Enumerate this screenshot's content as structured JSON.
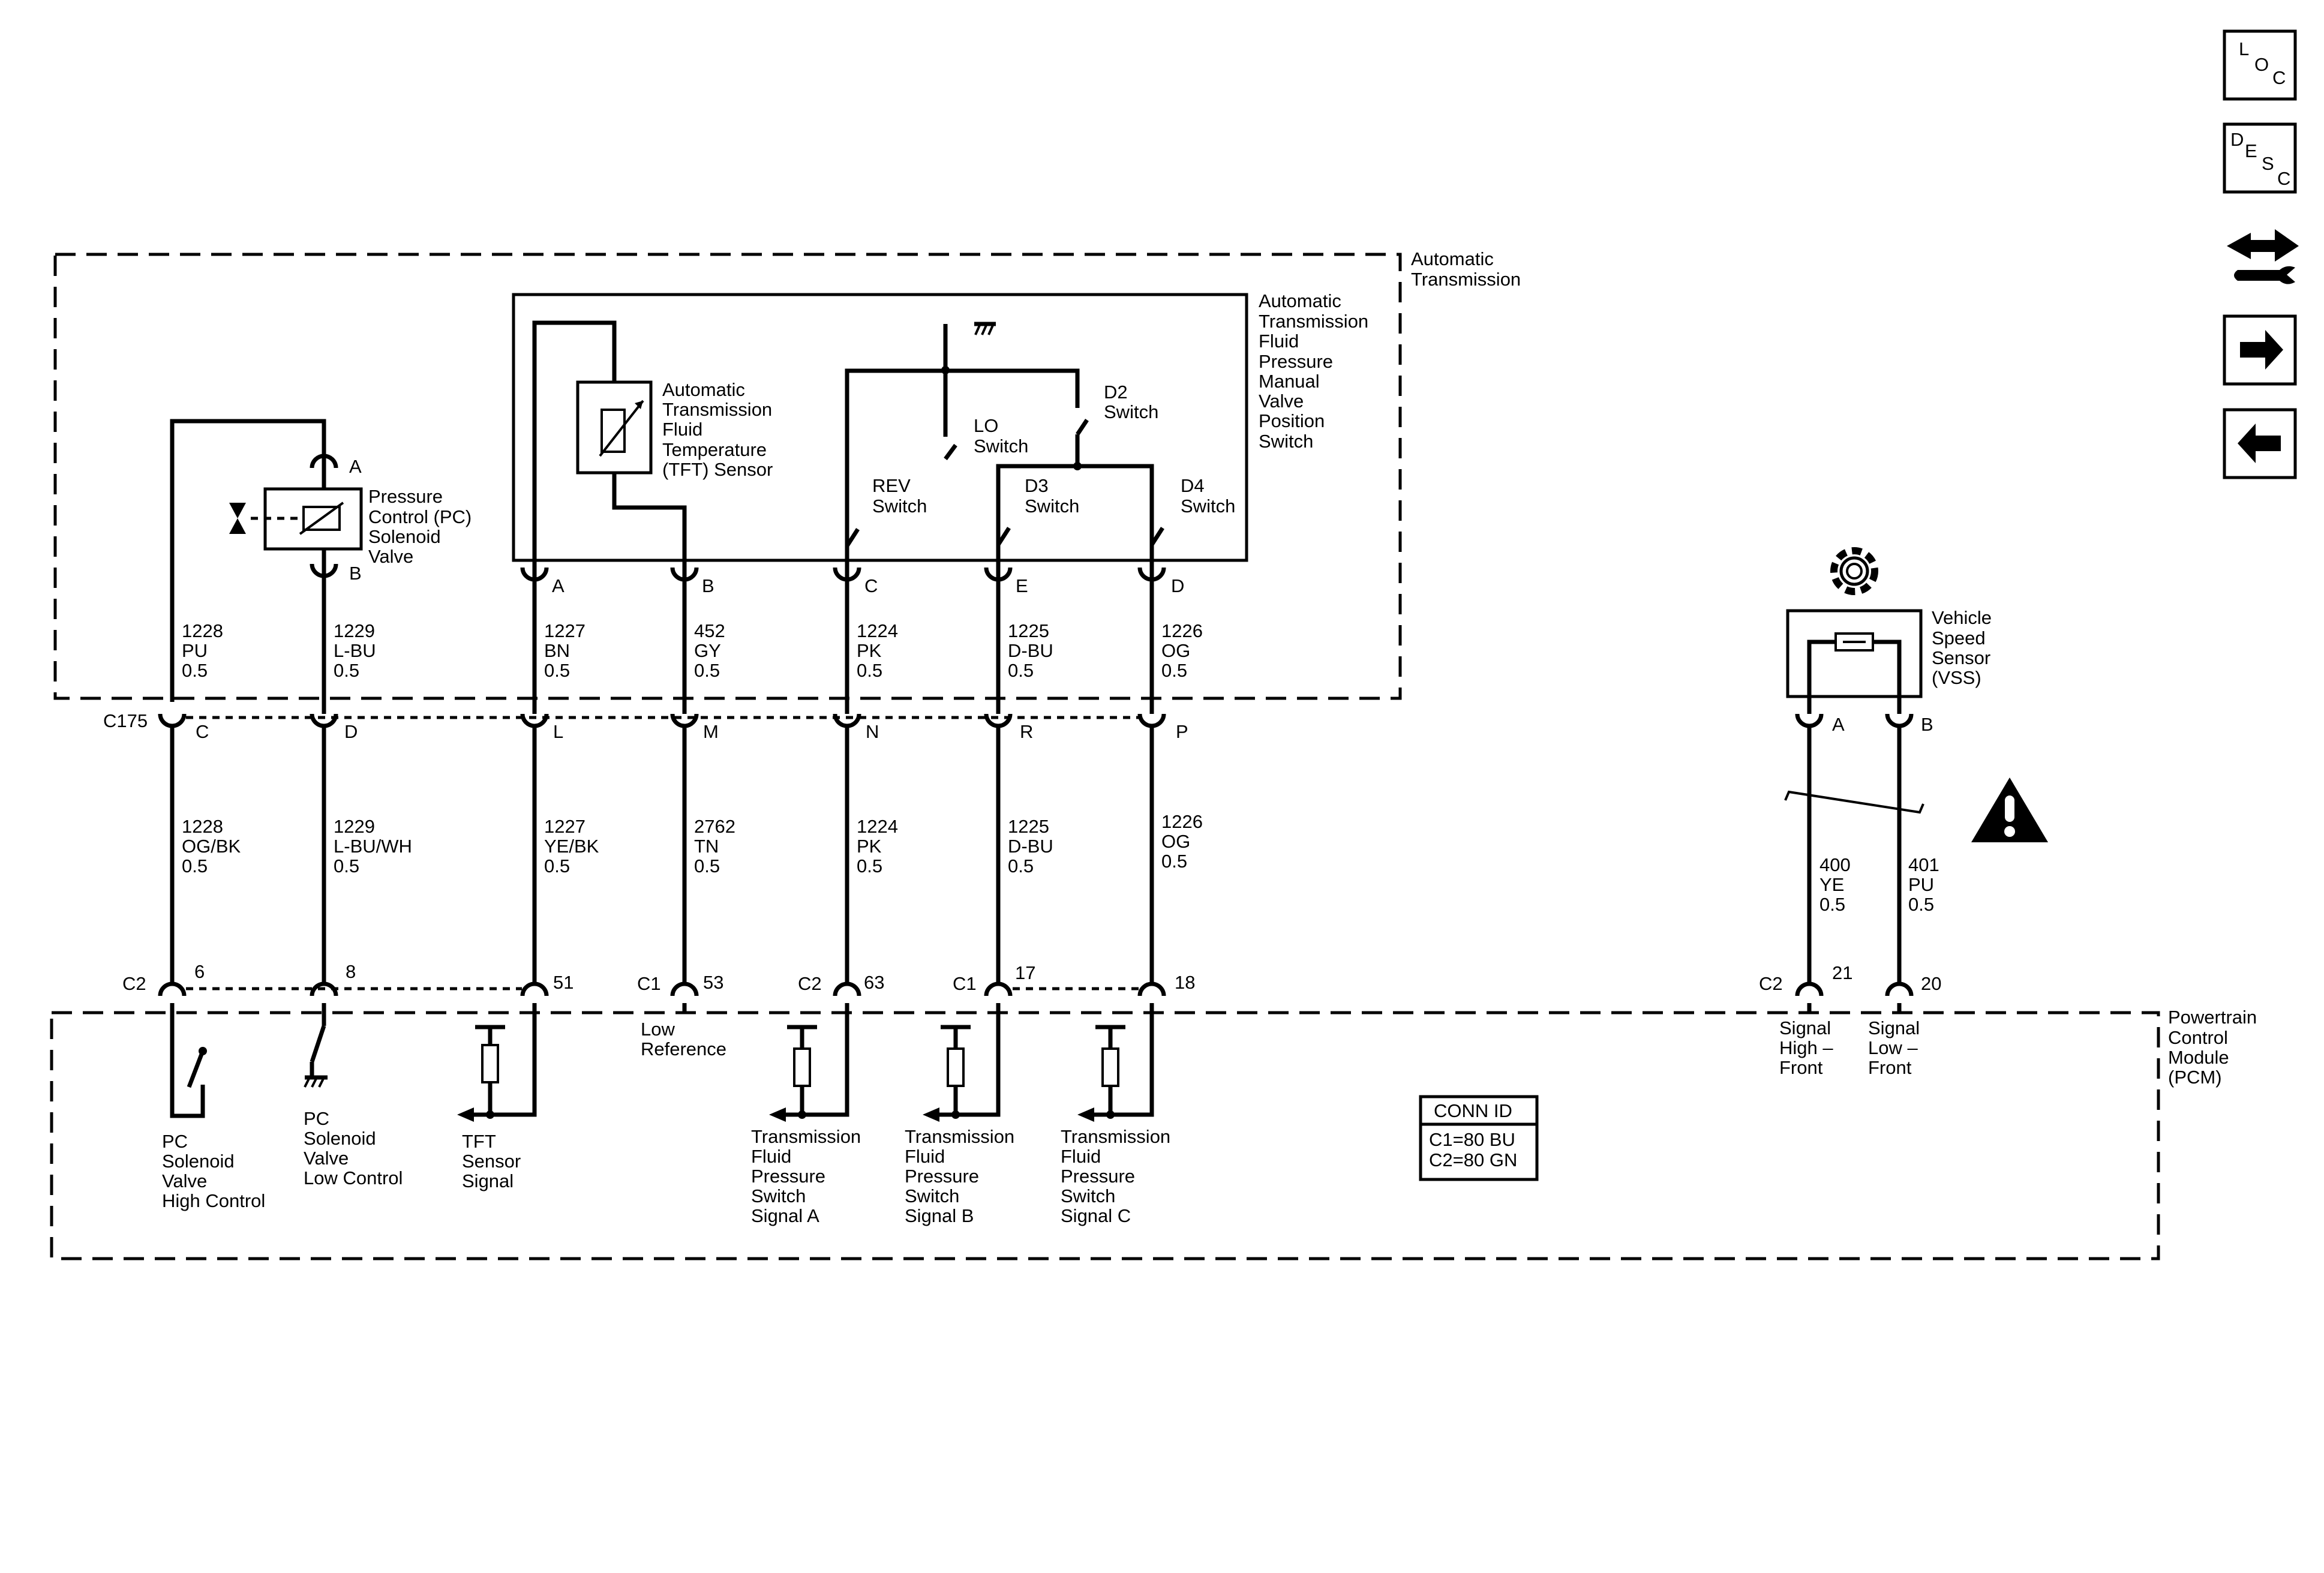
{
  "nav": {
    "loc_chars": [
      "L",
      "O",
      "C"
    ],
    "desc_chars": [
      "D",
      "E",
      "S",
      "C"
    ],
    "tool_icon": "wrench-arrows-icon",
    "next_icon": "arrow-right-icon",
    "prev_icon": "arrow-left-icon"
  },
  "components": {
    "automatic_transmission": [
      "Automatic",
      "Transmission"
    ],
    "pressure_switch": [
      "Automatic",
      "Transmission",
      "Fluid",
      "Pressure",
      "Manual",
      "Valve",
      "Position",
      "Switch"
    ],
    "tft_sensor": [
      "Automatic",
      "Transmission",
      "Fluid",
      "Temperature",
      "(TFT) Sensor"
    ],
    "pc_solenoid": [
      "Pressure",
      "Control (PC)",
      "Solenoid",
      "Valve"
    ],
    "switches": {
      "lo": [
        "LO",
        "Switch"
      ],
      "d2": [
        "D2",
        "Switch"
      ],
      "rev": [
        "REV",
        "Switch"
      ],
      "d3": [
        "D3",
        "Switch"
      ],
      "d4": [
        "D4",
        "Switch"
      ]
    },
    "vss": [
      "Vehicle",
      "Speed",
      "Sensor",
      "(VSS)"
    ],
    "pcm": [
      "Powertrain",
      "Control",
      "Module",
      "(PCM)"
    ]
  },
  "pins": {
    "solenoid_a": "A",
    "solenoid_b": "B",
    "switch_pins": [
      "A",
      "B",
      "C",
      "E",
      "D"
    ],
    "c175_label": "C175",
    "c175_pins": [
      "C",
      "D",
      "L",
      "M",
      "N",
      "R",
      "P"
    ],
    "pcm_connectors": [
      "C2",
      "C1",
      "C2",
      "C1"
    ],
    "pcm_pins": [
      "6",
      "8",
      "51",
      "53",
      "63",
      "17",
      "18"
    ],
    "vss_pins": [
      "A",
      "B"
    ],
    "vss_conn": "C2",
    "vss_pcm_pins": [
      "21",
      "20"
    ]
  },
  "wires_upper": [
    [
      "1228",
      "PU",
      "0.5"
    ],
    [
      "1229",
      "L-BU",
      "0.5"
    ],
    [
      "1227",
      "BN",
      "0.5"
    ],
    [
      "452",
      "GY",
      "0.5"
    ],
    [
      "1224",
      "PK",
      "0.5"
    ],
    [
      "1225",
      "D-BU",
      "0.5"
    ],
    [
      "1226",
      "OG",
      "0.5"
    ]
  ],
  "wires_lower": [
    [
      "1228",
      "OG/BK",
      "0.5"
    ],
    [
      "1229",
      "L-BU/WH",
      "0.5"
    ],
    [
      "1227",
      "YE/BK",
      "0.5"
    ],
    [
      "2762",
      "TN",
      "0.5"
    ],
    [
      "1224",
      "PK",
      "0.5"
    ],
    [
      "1225",
      "D-BU",
      "0.5"
    ],
    [
      "1226",
      "OG",
      "0.5"
    ]
  ],
  "vss_wires": [
    [
      "400",
      "YE",
      "0.5"
    ],
    [
      "401",
      "PU",
      "0.5"
    ]
  ],
  "pcm_labels": {
    "pc_high": [
      "PC",
      "Solenoid",
      "Valve",
      "High Control"
    ],
    "pc_low": [
      "PC",
      "Solenoid",
      "Valve",
      "Low Control"
    ],
    "tft": [
      "TFT",
      "Sensor",
      "Signal"
    ],
    "low_ref": [
      "Low",
      "Reference"
    ],
    "sig_a": [
      "Transmission",
      "Fluid",
      "Pressure",
      "Switch",
      "Signal A"
    ],
    "sig_b": [
      "Transmission",
      "Fluid",
      "Pressure",
      "Switch",
      "Signal B"
    ],
    "sig_c": [
      "Transmission",
      "Fluid",
      "Pressure",
      "Switch",
      "Signal C"
    ],
    "vss_high": [
      "Signal",
      "High –",
      "Front"
    ],
    "vss_low": [
      "Signal",
      "Low –",
      "Front"
    ]
  },
  "conn_id": {
    "title": "CONN ID",
    "lines": [
      "C1=80 BU",
      "C2=80 GN"
    ]
  }
}
